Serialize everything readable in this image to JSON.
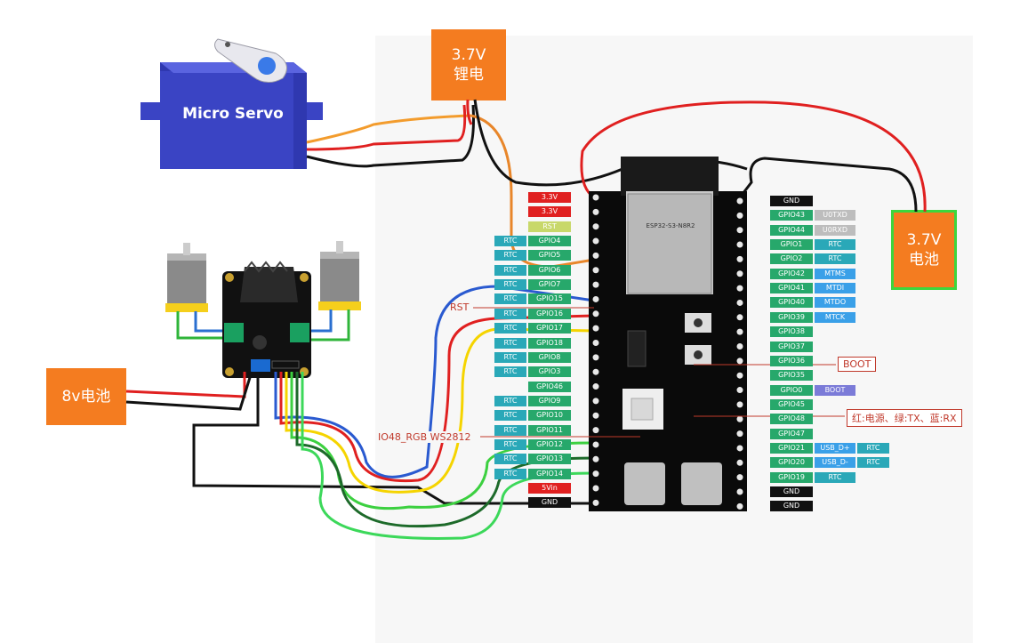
{
  "servo": {
    "label": "Micro Servo"
  },
  "battery_servo": {
    "line1": "3.7V",
    "line2": "锂电"
  },
  "battery_board": {
    "line1": "3.7V",
    "line2": "电池"
  },
  "battery_driver": {
    "label": "8v电池"
  },
  "chip": {
    "name": "ESP32-S3-N8R2"
  },
  "annotations": {
    "rst": "RST",
    "boot": "BOOT",
    "io48": "IO48_RGB WS2812",
    "uart_note": "红:电源、绿:TX、蓝:RX"
  },
  "left_pins": [
    {
      "gpio": "3.3V",
      "rtc": "",
      "kind": "power"
    },
    {
      "gpio": "3.3V",
      "rtc": "",
      "kind": "power"
    },
    {
      "gpio": "RST",
      "rtc": "",
      "kind": "rst"
    },
    {
      "gpio": "GPIO4",
      "rtc": "RTC",
      "kind": "gpio"
    },
    {
      "gpio": "GPIO5",
      "rtc": "RTC",
      "kind": "gpio"
    },
    {
      "gpio": "GPIO6",
      "rtc": "RTC",
      "kind": "gpio"
    },
    {
      "gpio": "GPIO7",
      "rtc": "RTC",
      "kind": "gpio"
    },
    {
      "gpio": "GPIO15",
      "rtc": "RTC",
      "kind": "gpio"
    },
    {
      "gpio": "GPIO16",
      "rtc": "RTC",
      "kind": "gpio"
    },
    {
      "gpio": "GPIO17",
      "rtc": "RTC",
      "kind": "gpio"
    },
    {
      "gpio": "GPIO18",
      "rtc": "RTC",
      "kind": "gpio"
    },
    {
      "gpio": "GPIO8",
      "rtc": "RTC",
      "kind": "gpio"
    },
    {
      "gpio": "GPIO3",
      "rtc": "RTC",
      "kind": "gpio"
    },
    {
      "gpio": "GPIO46",
      "rtc": "",
      "kind": "gpio"
    },
    {
      "gpio": "GPIO9",
      "rtc": "RTC",
      "kind": "gpio"
    },
    {
      "gpio": "GPIO10",
      "rtc": "RTC",
      "kind": "gpio"
    },
    {
      "gpio": "GPIO11",
      "rtc": "RTC",
      "kind": "gpio"
    },
    {
      "gpio": "GPIO12",
      "rtc": "RTC",
      "kind": "gpio"
    },
    {
      "gpio": "GPIO13",
      "rtc": "RTC",
      "kind": "gpio"
    },
    {
      "gpio": "GPIO14",
      "rtc": "RTC",
      "kind": "gpio"
    },
    {
      "gpio": "5Vin",
      "rtc": "",
      "kind": "power"
    },
    {
      "gpio": "GND",
      "rtc": "",
      "kind": "gnd"
    }
  ],
  "right_pins": [
    {
      "gpio": "GND",
      "func": "",
      "func2": "",
      "kind": "gnd"
    },
    {
      "gpio": "GPIO43",
      "func": "U0TXD",
      "func2": "",
      "kind": "gpio"
    },
    {
      "gpio": "GPIO44",
      "func": "U0RXD",
      "func2": "",
      "kind": "gpio"
    },
    {
      "gpio": "GPIO1",
      "func": "RTC",
      "func2": "",
      "kind": "gpio"
    },
    {
      "gpio": "GPIO2",
      "func": "RTC",
      "func2": "",
      "kind": "gpio"
    },
    {
      "gpio": "GPIO42",
      "func": "MTMS",
      "func2": "",
      "kind": "gpio"
    },
    {
      "gpio": "GPIO41",
      "func": "MTDI",
      "func2": "",
      "kind": "gpio"
    },
    {
      "gpio": "GPIO40",
      "func": "MTDO",
      "func2": "",
      "kind": "gpio"
    },
    {
      "gpio": "GPIO39",
      "func": "MTCK",
      "func2": "",
      "kind": "gpio"
    },
    {
      "gpio": "GPIO38",
      "func": "",
      "func2": "",
      "kind": "gpio"
    },
    {
      "gpio": "GPIO37",
      "func": "",
      "func2": "",
      "kind": "gpio"
    },
    {
      "gpio": "GPIO36",
      "func": "",
      "func2": "",
      "kind": "gpio"
    },
    {
      "gpio": "GPIO35",
      "func": "",
      "func2": "",
      "kind": "gpio"
    },
    {
      "gpio": "GPIO0",
      "func": "BOOT",
      "func2": "",
      "kind": "gpio"
    },
    {
      "gpio": "GPIO45",
      "func": "",
      "func2": "",
      "kind": "gpio"
    },
    {
      "gpio": "GPIO48",
      "func": "",
      "func2": "",
      "kind": "gpio"
    },
    {
      "gpio": "GPIO47",
      "func": "",
      "func2": "",
      "kind": "gpio"
    },
    {
      "gpio": "GPIO21",
      "func": "USB_D+",
      "func2": "RTC",
      "kind": "gpio"
    },
    {
      "gpio": "GPIO20",
      "func": "USB_D-",
      "func2": "RTC",
      "kind": "gpio"
    },
    {
      "gpio": "GPIO19",
      "func": "RTC",
      "func2": "",
      "kind": "gpio"
    },
    {
      "gpio": "GND",
      "func": "",
      "func2": "",
      "kind": "gnd"
    },
    {
      "gpio": "GND",
      "func": "",
      "func2": "",
      "kind": "gnd"
    }
  ],
  "colors": {
    "orange_box": "#f47c20",
    "servo_blue": "#3a44c4",
    "rtc_teal": "#2aa8b8",
    "gpio_green": "#27a86b",
    "power_red": "#e02020",
    "rst_yellow": "#c8d86a",
    "func_blue": "#3aa0e8",
    "gnd_black": "#111111",
    "boot_purple": "#7b7bd8"
  }
}
